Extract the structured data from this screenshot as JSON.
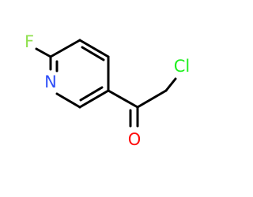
{
  "molecule": {
    "atoms": {
      "fluorine": {
        "symbol": "F",
        "color": "#90e050"
      },
      "nitrogen": {
        "symbol": "N",
        "color": "#3050f8"
      },
      "chlorine": {
        "symbol": "Cl",
        "color": "#1ff01f"
      },
      "oxygen": {
        "symbol": "O",
        "color": "#ff0d0d"
      }
    },
    "bond_color": "#000000"
  }
}
